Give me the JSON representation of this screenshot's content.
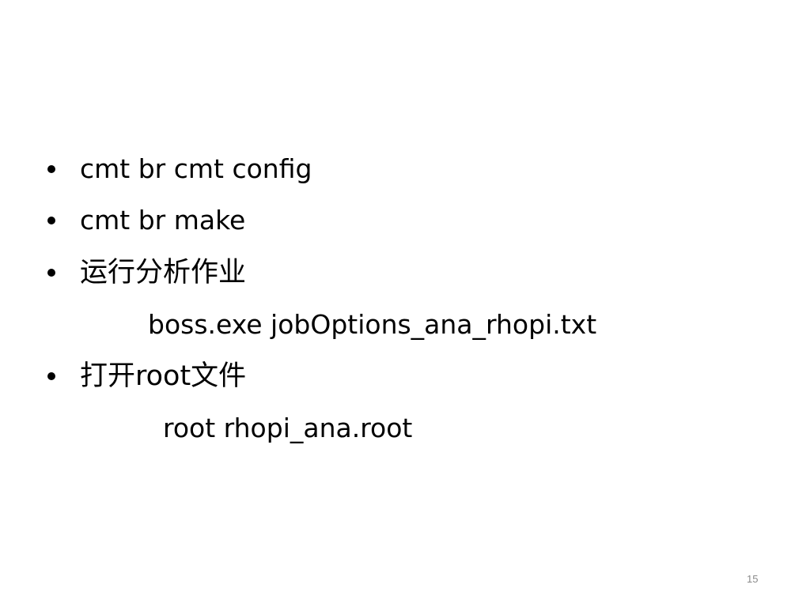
{
  "slide": {
    "bullets": [
      {
        "text": "cmt br cmt config"
      },
      {
        "text": "cmt br make"
      },
      {
        "text": "运行分析作业"
      },
      {
        "text": "打开root文件"
      }
    ],
    "commands": [
      {
        "text": "boss.exe jobOptions_ana_rhopi.txt"
      },
      {
        "text": "root  rhopi_ana.root"
      }
    ],
    "page_number": "15"
  }
}
